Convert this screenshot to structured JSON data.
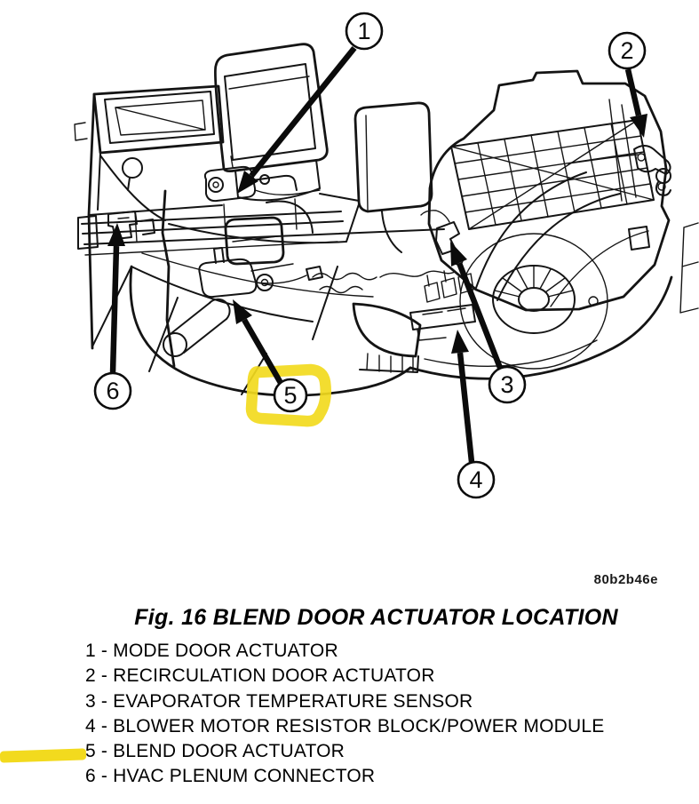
{
  "figure": {
    "caption": "Fig. 16 BLEND DOOR ACTUATOR LOCATION",
    "code": "80b2b46e",
    "callouts": [
      "1",
      "2",
      "3",
      "4",
      "5",
      "6"
    ],
    "line_color": "#141414",
    "highlight_color": "#f2da1e"
  },
  "legend": {
    "separator": " - ",
    "items": [
      {
        "num": "1",
        "label": "MODE DOOR ACTUATOR",
        "highlighted": false
      },
      {
        "num": "2",
        "label": "RECIRCULATION DOOR ACTUATOR",
        "highlighted": false
      },
      {
        "num": "3",
        "label": "EVAPORATOR TEMPERATURE SENSOR",
        "highlighted": false
      },
      {
        "num": "4",
        "label": "BLOWER MOTOR RESISTOR BLOCK/POWER MODULE",
        "highlighted": false
      },
      {
        "num": "5",
        "label": "BLEND DOOR ACTUATOR",
        "highlighted": true
      },
      {
        "num": "6",
        "label": "HVAC PLENUM CONNECTOR",
        "highlighted": false
      }
    ]
  }
}
